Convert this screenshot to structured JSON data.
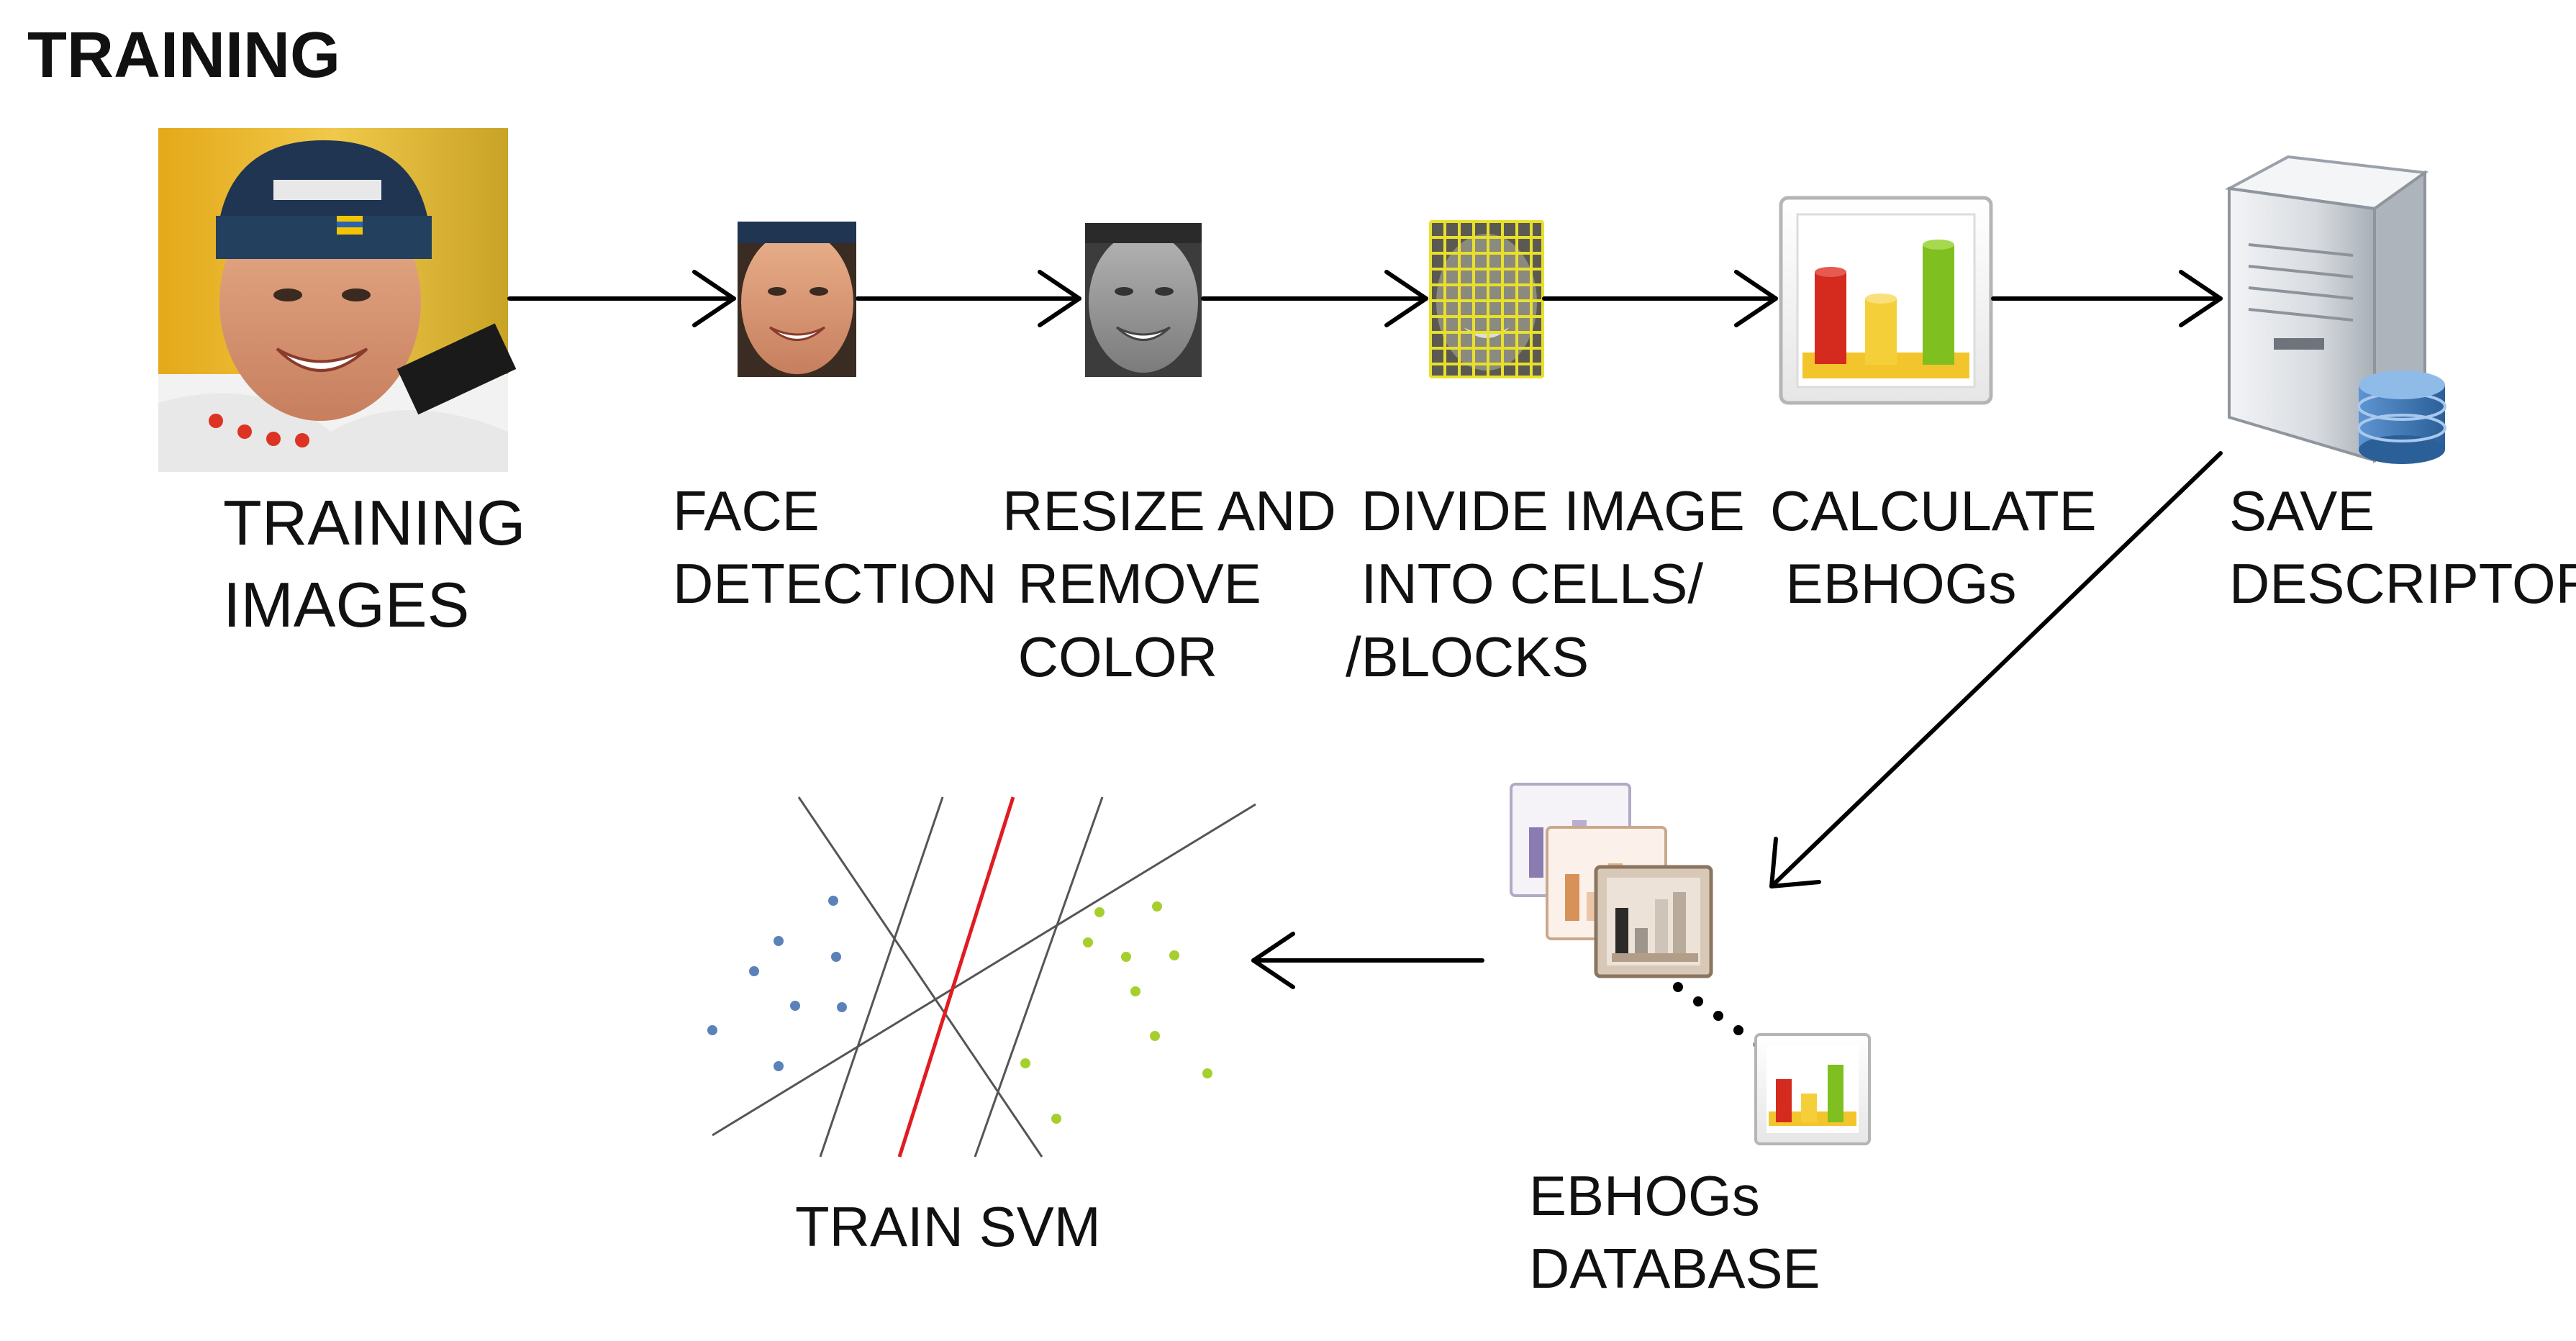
{
  "title": "TRAINING",
  "steps": {
    "training_images": "TRAINING\nIMAGES",
    "face_detection": "FACE\nDETECTION",
    "resize": "RESIZE AND\n REMOVE\n COLOR",
    "divide": " DIVIDE IMAGE\n INTO CELLS/\n/BLOCKS",
    "calculate": "CALCULATE\n EBHOGs",
    "save": "SAVE\nDESCRIPTOR",
    "database": "EBHOGs\nDATABASE",
    "svm": "TRAIN SVM"
  },
  "colors": {
    "arrow": "#000000",
    "svm_separator": "#e11b22",
    "class_a_points": "#5b82b8",
    "class_b_points": "#a6cf2e",
    "bar_red": "#d52a1e",
    "bar_yellow": "#f5cf3a",
    "bar_green": "#7fbf1f",
    "server_body": "#d9dde2",
    "database_blue": "#3f78b5"
  },
  "icons": [
    "face-photo-icon",
    "cropped-face-icon",
    "grayscale-face-icon",
    "cell-grid-face-icon",
    "bar-chart-icon",
    "server-icon",
    "database-icon",
    "chart-stack-icon",
    "svm-hyperplanes-icon"
  ]
}
